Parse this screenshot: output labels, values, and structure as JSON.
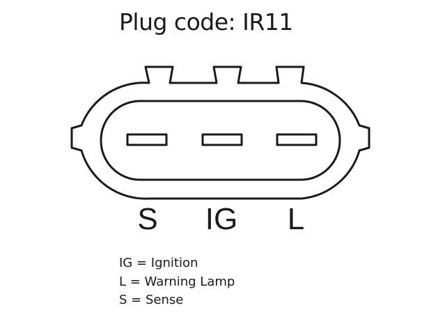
{
  "title": "Plug code: IR11",
  "pins": [
    {
      "label": "S"
    },
    {
      "label": "IG"
    },
    {
      "label": "L"
    }
  ],
  "legend": [
    "IG = Ignition",
    "L = Warning Lamp",
    "S = Sense"
  ]
}
